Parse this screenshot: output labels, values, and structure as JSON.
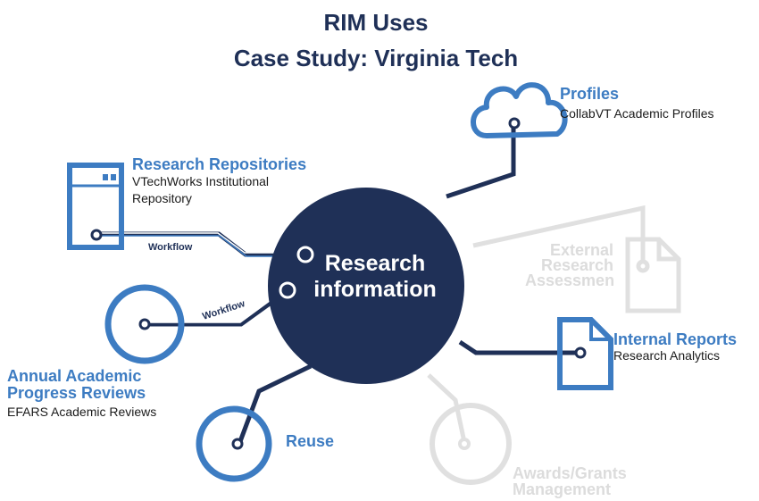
{
  "title": {
    "line1": "RIM Uses",
    "line2": "Case Study: Virginia Tech"
  },
  "center": {
    "line1": "Research",
    "line2": "information"
  },
  "nodes": {
    "profiles": {
      "heading": "Profiles",
      "sub": "CollabVT Academic Profiles",
      "icon": "cloud-icon"
    },
    "repositories": {
      "heading": "Research Repositories",
      "sub_line1": "VTechWorks Institutional",
      "sub_line2": "Repository",
      "icon": "server-icon",
      "connector_label": "Workflow"
    },
    "annual_reviews": {
      "heading_line1": "Annual Academic",
      "heading_line2": "Progress Reviews",
      "sub": "EFARS Academic Reviews",
      "icon": "circle-icon",
      "connector_label": "Workflow"
    },
    "reuse": {
      "heading": "Reuse",
      "icon": "circle-icon"
    },
    "internal_reports": {
      "heading": "Internal Reports",
      "sub": "Research Analytics",
      "icon": "document-icon"
    },
    "external_assessment": {
      "line1": "External",
      "line2": "Research",
      "line3": "Assessmen",
      "icon": "document-icon",
      "state": "inactive"
    },
    "awards": {
      "line1": "Awards/Grants",
      "line2": "Management",
      "icon": "circle-icon",
      "state": "inactive"
    }
  },
  "colors": {
    "navy": "#1f3057",
    "blue": "#3d7cc2",
    "faded": "#dcdcdc",
    "text": "#1a1a1a"
  }
}
